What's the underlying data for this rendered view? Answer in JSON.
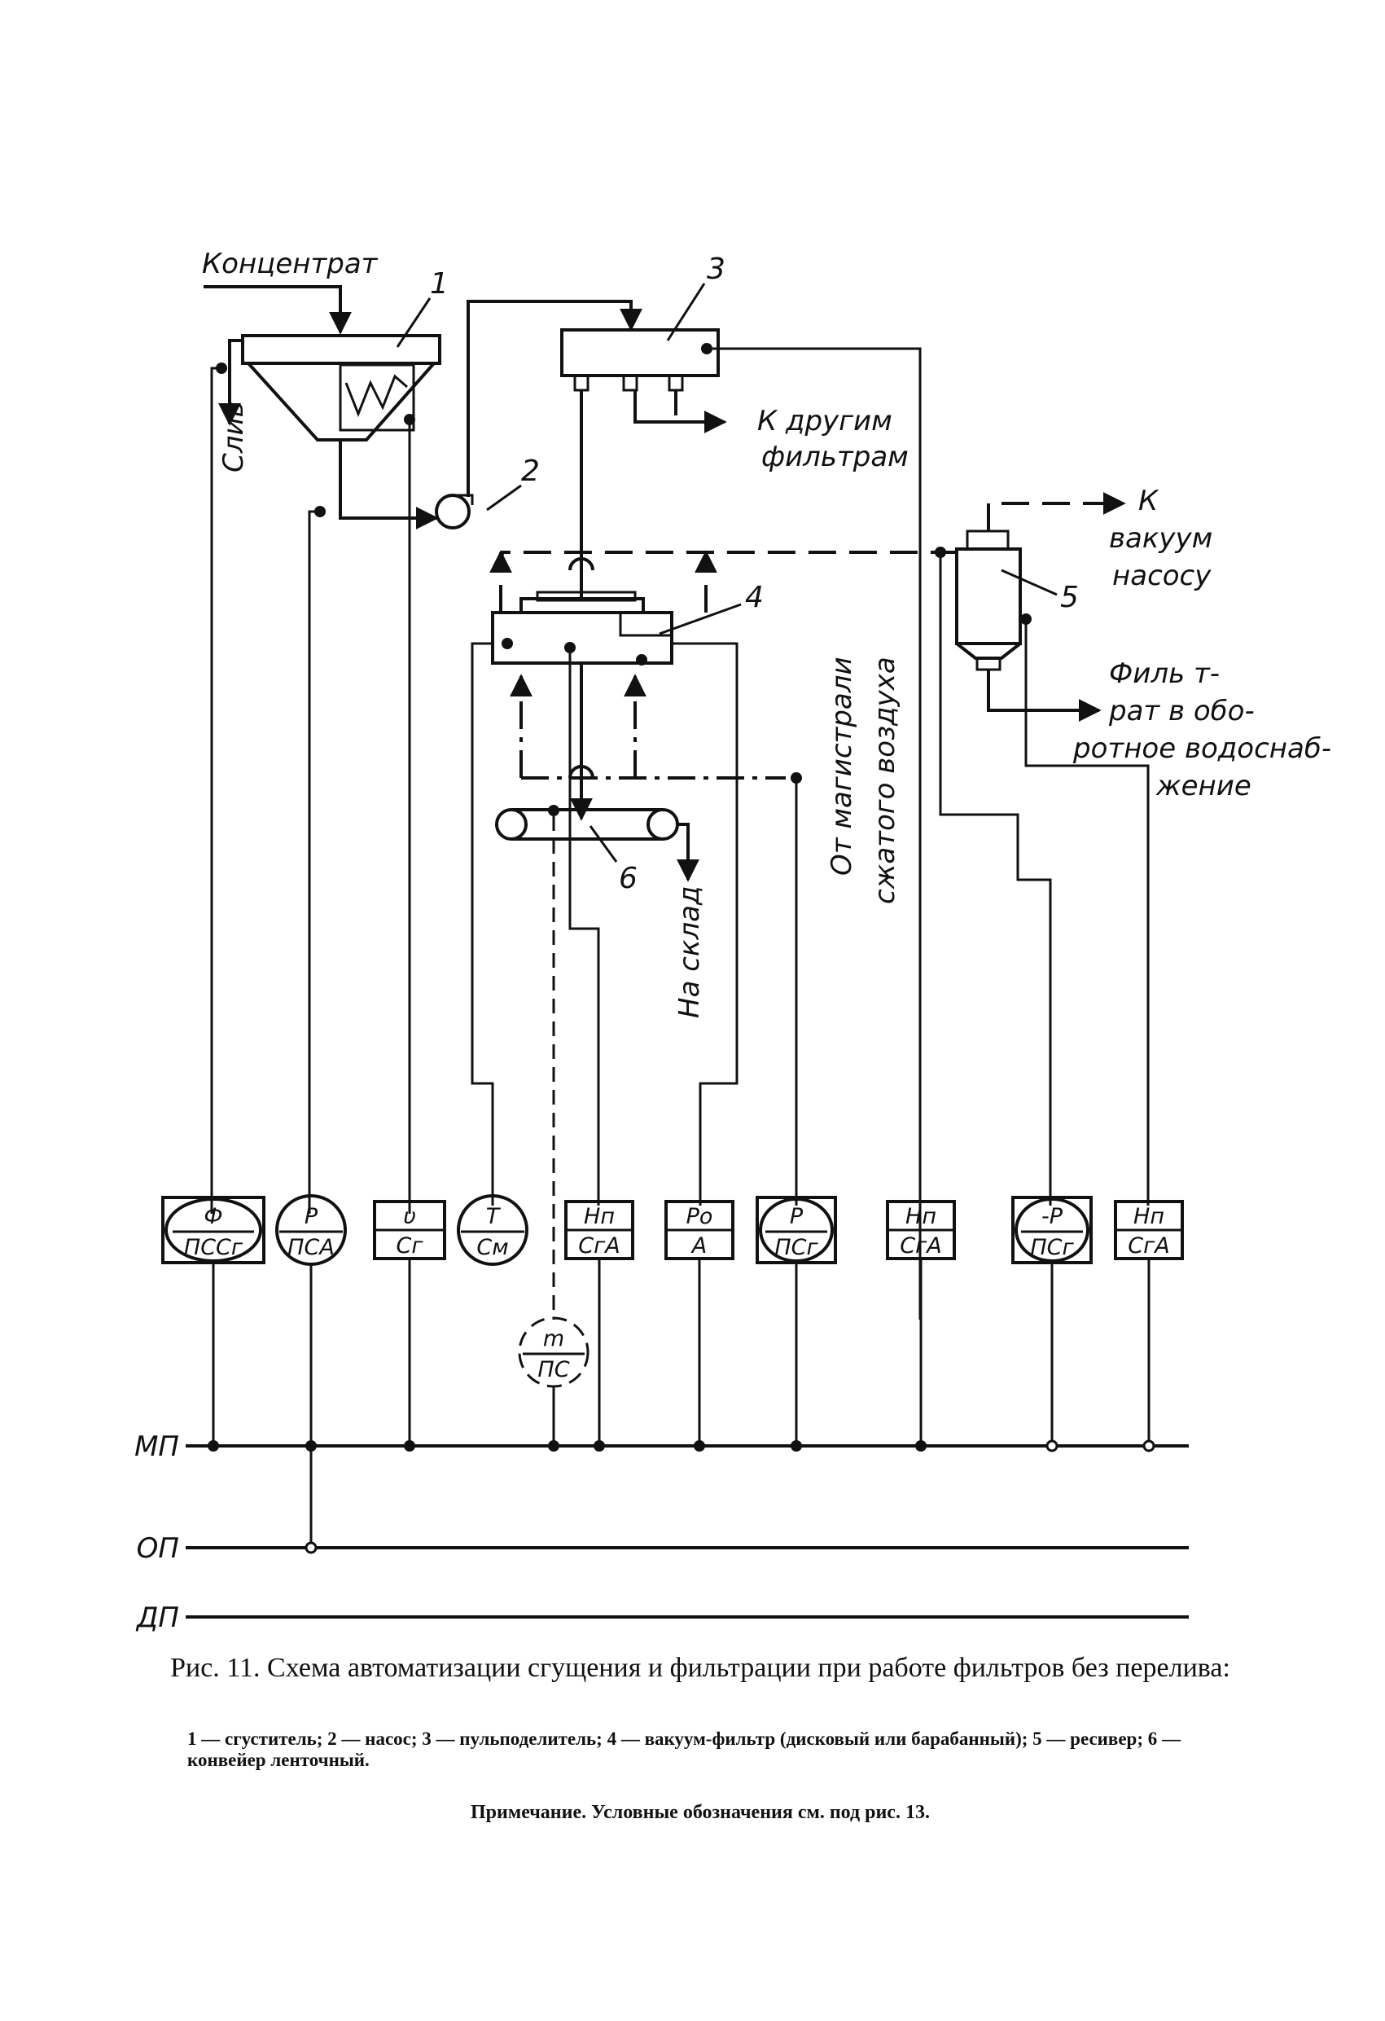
{
  "diagram": {
    "flow_labels": {
      "concentrate": "Концентрат",
      "overflow": "Слив",
      "to_other_filters_1": "К другим",
      "to_other_filters_2": "фильтрам",
      "to_vacuum_1": "К",
      "to_vacuum_2": "вакуум",
      "to_vacuum_3": "насосу",
      "filtrate_1": "Филь т-",
      "filtrate_2": "рат в обо-",
      "filtrate_3": "ротное водоснаб-",
      "filtrate_4": "жение",
      "from_air_1": "От магистрали",
      "from_air_2": "сжатого воздуха",
      "to_warehouse": "На склад"
    },
    "equipment_numbers": [
      "1",
      "2",
      "3",
      "4",
      "5",
      "6"
    ],
    "instruments": [
      {
        "top": "Ф",
        "bottom": "ПССг",
        "shape": "square-circle"
      },
      {
        "top": "P",
        "bottom": "ПСА",
        "shape": "circle"
      },
      {
        "top": "υ",
        "bottom": "Сг",
        "shape": "square"
      },
      {
        "top": "T",
        "bottom": "См",
        "shape": "circle"
      },
      {
        "top": "Нп",
        "bottom": "СгА",
        "shape": "square"
      },
      {
        "top": "Ро",
        "bottom": "А",
        "shape": "square"
      },
      {
        "top": "P",
        "bottom": "ПСг",
        "shape": "square-circle"
      },
      {
        "top": "Нп",
        "bottom": "СгА",
        "shape": "square"
      },
      {
        "top": "-P",
        "bottom": "ПСг",
        "shape": "square-circle"
      },
      {
        "top": "Нп",
        "bottom": "СгА",
        "shape": "square"
      }
    ],
    "local_instrument": {
      "top": "m",
      "bottom": "ПС"
    },
    "buses": [
      "МП",
      "ОП",
      "ДП"
    ]
  },
  "caption": {
    "title": "Рис. 11. Схема автоматизации сгущения и фильтрации при работе фильтров без перелива:",
    "legend": "1 — сгуститель; 2 — насос; 3 — пульподелитель; 4 — вакуум-фильтр (дисковый или барабанный); 5 — ресивер; 6 — конвейер ленточный.",
    "note": "Примечание. Условные обозначения см. под рис. 13."
  }
}
